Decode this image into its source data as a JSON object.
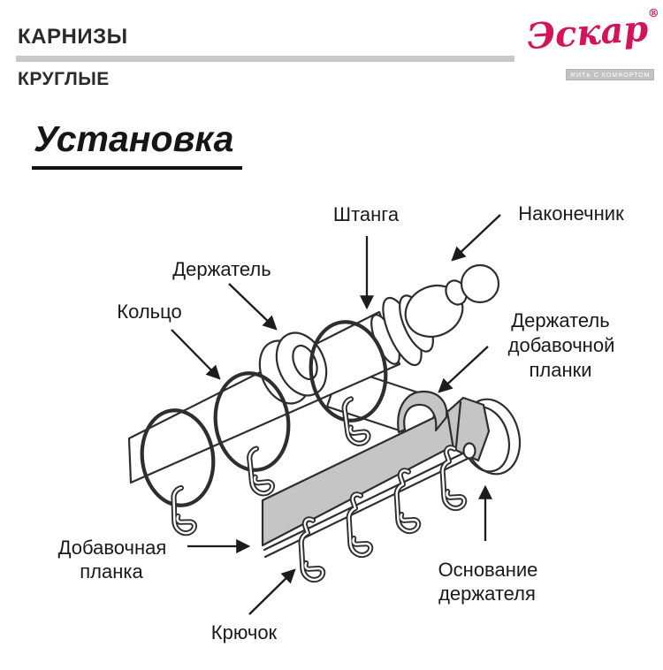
{
  "header": {
    "category": "КАРНИЗЫ",
    "subcategory": "КРУГЛЫЕ"
  },
  "logo": {
    "brand": "Эскар",
    "registered": "®",
    "tagline": "ЖИТЬ С КОМФОРТОМ"
  },
  "title": {
    "text": "Установка"
  },
  "diagram": {
    "labels": {
      "shtanga": "Штанга",
      "nakonechnik": "Наконечник",
      "derzhatel": "Держатель",
      "koltso": "Кольцо",
      "derzhatel_dobavochnoy": [
        "Держатель",
        "добавочной",
        "планки"
      ],
      "dobavochnaya_planka": [
        "Добавочная",
        "планка"
      ],
      "osnovanie": [
        "Основание",
        "держателя"
      ],
      "kryuchok": "Крючок"
    }
  },
  "colors": {
    "brand_accent": "#d4145a",
    "line": "#2e2e2e",
    "gray_fill": "#c5c5c5",
    "divider": "#c8c8c8"
  }
}
